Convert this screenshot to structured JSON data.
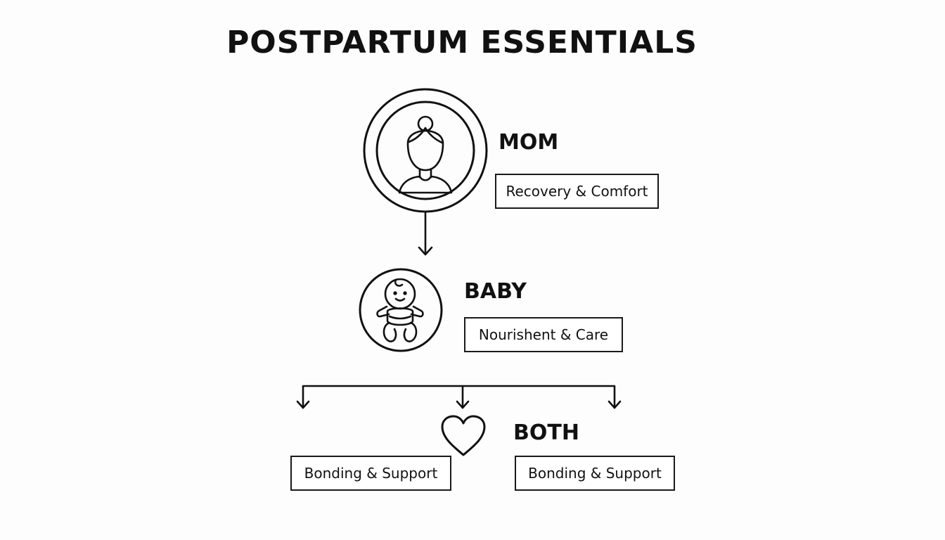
{
  "title": "POSTPARTUM ESSENTIALS",
  "nodes": {
    "mom": {
      "heading": "MOM",
      "label": "Recovery & Comfort",
      "icon": "mother-icon"
    },
    "baby": {
      "heading": "BABY",
      "label": "Nourishent & Care",
      "icon": "baby-icon"
    },
    "both": {
      "heading": "BOTH",
      "icon": "heart-icon",
      "labels": [
        "Bonding & Support",
        "Bonding & Support"
      ]
    }
  },
  "colors": {
    "stroke": "#111111",
    "background": "#fdfdfd"
  }
}
